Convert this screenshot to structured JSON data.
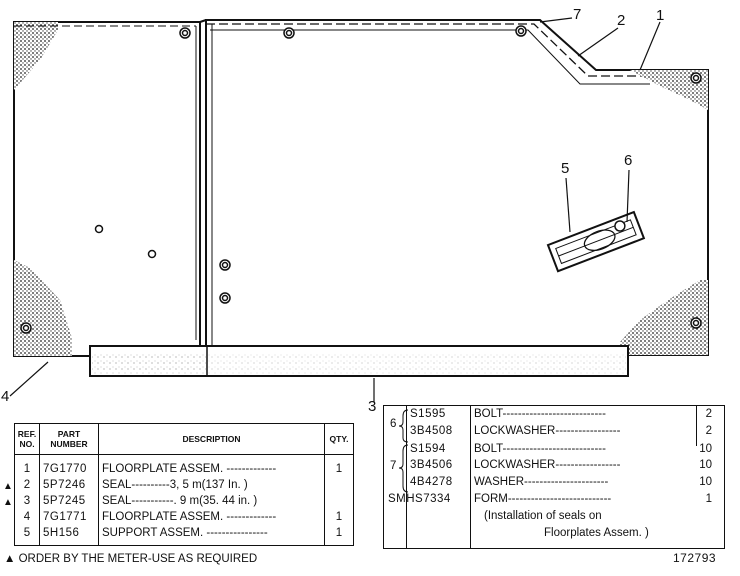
{
  "callouts": [
    "1",
    "2",
    "7",
    "5",
    "6",
    "4",
    "3"
  ],
  "parts_table": {
    "headers": {
      "ref": "REF. NO.",
      "part": "PART NUMBER",
      "desc": "DESCRIPTION",
      "qty": "QTY."
    },
    "rows": [
      {
        "ref": "1",
        "part": "7G1770",
        "desc": "FLOORPLATE ASSEM. -------------",
        "qty": "1",
        "marker": ""
      },
      {
        "ref": "2",
        "part": "5P7246",
        "desc": "SEAL----------3, 5 m(137 In. )",
        "qty": "",
        "marker": "▲"
      },
      {
        "ref": "3",
        "part": "5P7245",
        "desc": "SEAL-----------. 9 m(35. 44 in. )",
        "qty": "",
        "marker": "▲"
      },
      {
        "ref": "4",
        "part": "7G1771",
        "desc": "FLOORPLATE ASSEM. -------------",
        "qty": "1",
        "marker": ""
      },
      {
        "ref": "5",
        "part": "5H156",
        "desc": "SUPPORT ASSEM. ----------------",
        "qty": "1",
        "marker": ""
      }
    ]
  },
  "hardware_table": {
    "rows": [
      {
        "group": "6",
        "part": "S1595",
        "desc": "BOLT---------------------------",
        "qty": "2"
      },
      {
        "group": "",
        "part": "3B4508",
        "desc": "LOCKWASHER-----------------",
        "qty": "2"
      },
      {
        "group": "",
        "part": "S1594",
        "desc": "BOLT---------------------------",
        "qty": "10"
      },
      {
        "group": "7",
        "part": "3B4506",
        "desc": "LOCKWASHER-----------------",
        "qty": "10"
      },
      {
        "group": "",
        "part": "4B4278",
        "desc": "WASHER----------------------",
        "qty": "10"
      },
      {
        "group": "",
        "part": "SMHS7334",
        "desc": "FORM---------------------------",
        "qty": "1"
      }
    ],
    "note_line1": "(Installation of seals on",
    "note_line2": "Floorplates Assem. )"
  },
  "footnote": "▲ ORDER BY THE METER-USE AS REQUIRED",
  "image_number": "172793"
}
